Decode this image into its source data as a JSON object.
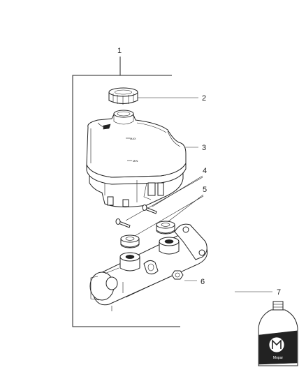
{
  "diagram": {
    "callouts": [
      {
        "id": "1",
        "label": "1"
      },
      {
        "id": "2",
        "label": "2"
      },
      {
        "id": "3",
        "label": "3"
      },
      {
        "id": "4",
        "label": "4"
      },
      {
        "id": "5",
        "label": "5"
      },
      {
        "id": "6",
        "label": "6"
      },
      {
        "id": "7",
        "label": "7"
      }
    ],
    "reservoir_marks": {
      "max": "MAX",
      "min": "MIN"
    },
    "bottle_label": "Mopar",
    "colors": {
      "line": "#222222",
      "background": "#ffffff"
    }
  }
}
